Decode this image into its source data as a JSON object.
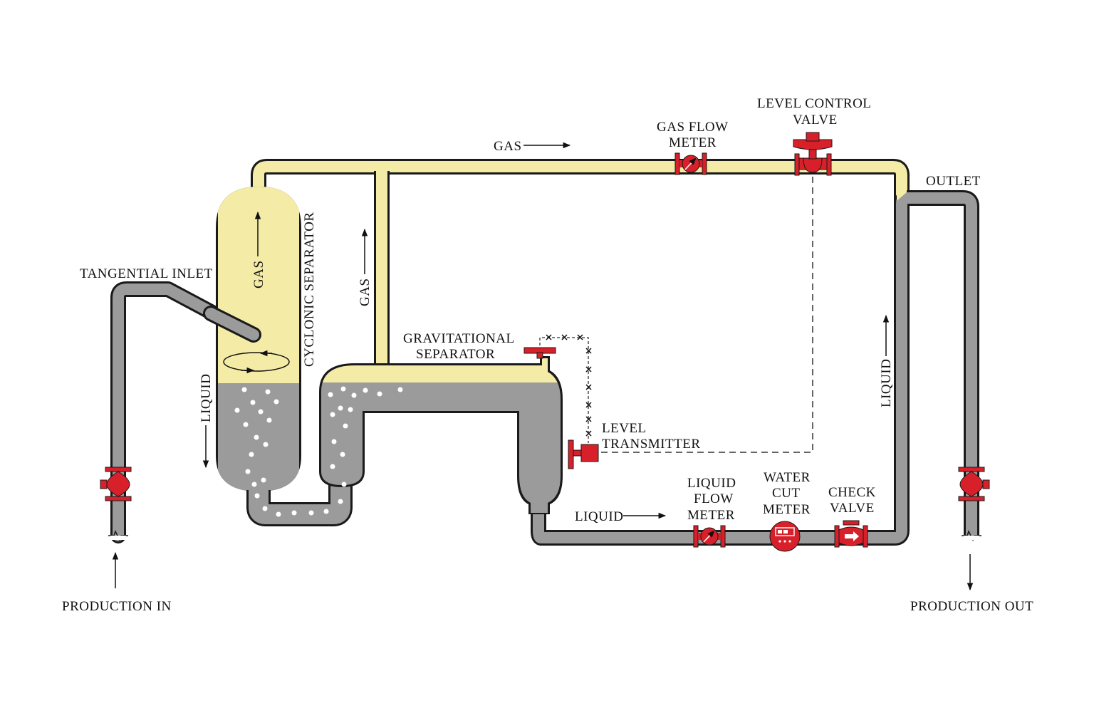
{
  "labels": {
    "production_in": "PRODUCTION IN",
    "production_out": "PRODUCTION OUT",
    "tangential_inlet": "TANGENTIAL INLET",
    "cyclonic_separator": "CYCLONIC SEPARATOR",
    "gas_in_separator": "GAS",
    "liquid_in_separator": "LIQUID",
    "gas_riser": "GAS",
    "gas_header": "GAS",
    "gravitational_separator_1": "GRAVITATIONAL",
    "gravitational_separator_2": "SEPARATOR",
    "level_transmitter_1": "LEVEL",
    "level_transmitter_2": "TRANSMITTER",
    "gas_flow_meter_1": "GAS FLOW",
    "gas_flow_meter_2": "METER",
    "level_control_valve_1": "LEVEL CONTROL",
    "level_control_valve_2": "VALVE",
    "outlet": "OUTLET",
    "liquid_return": "LIQUID",
    "liquid_line": "LIQUID",
    "liquid_flow_meter_1": "LIQUID",
    "liquid_flow_meter_2": "FLOW",
    "liquid_flow_meter_3": "METER",
    "water_cut_meter_1": "WATER",
    "water_cut_meter_2": "CUT",
    "water_cut_meter_3": "METER",
    "check_valve_1": "CHECK",
    "check_valve_2": "VALVE"
  },
  "colors": {
    "gas": "#F3EBA6",
    "liquid": "#9B9B9B",
    "equipment": "#D8202A",
    "outline": "#1A1A1A",
    "bubble": "#FFFFFF"
  },
  "icons": {
    "valve": "gate-valve-icon",
    "meter": "flow-meter-icon",
    "check": "check-valve-icon",
    "control": "control-valve-icon",
    "transmitter": "level-transmitter-icon",
    "watercut": "water-cut-meter-icon"
  }
}
